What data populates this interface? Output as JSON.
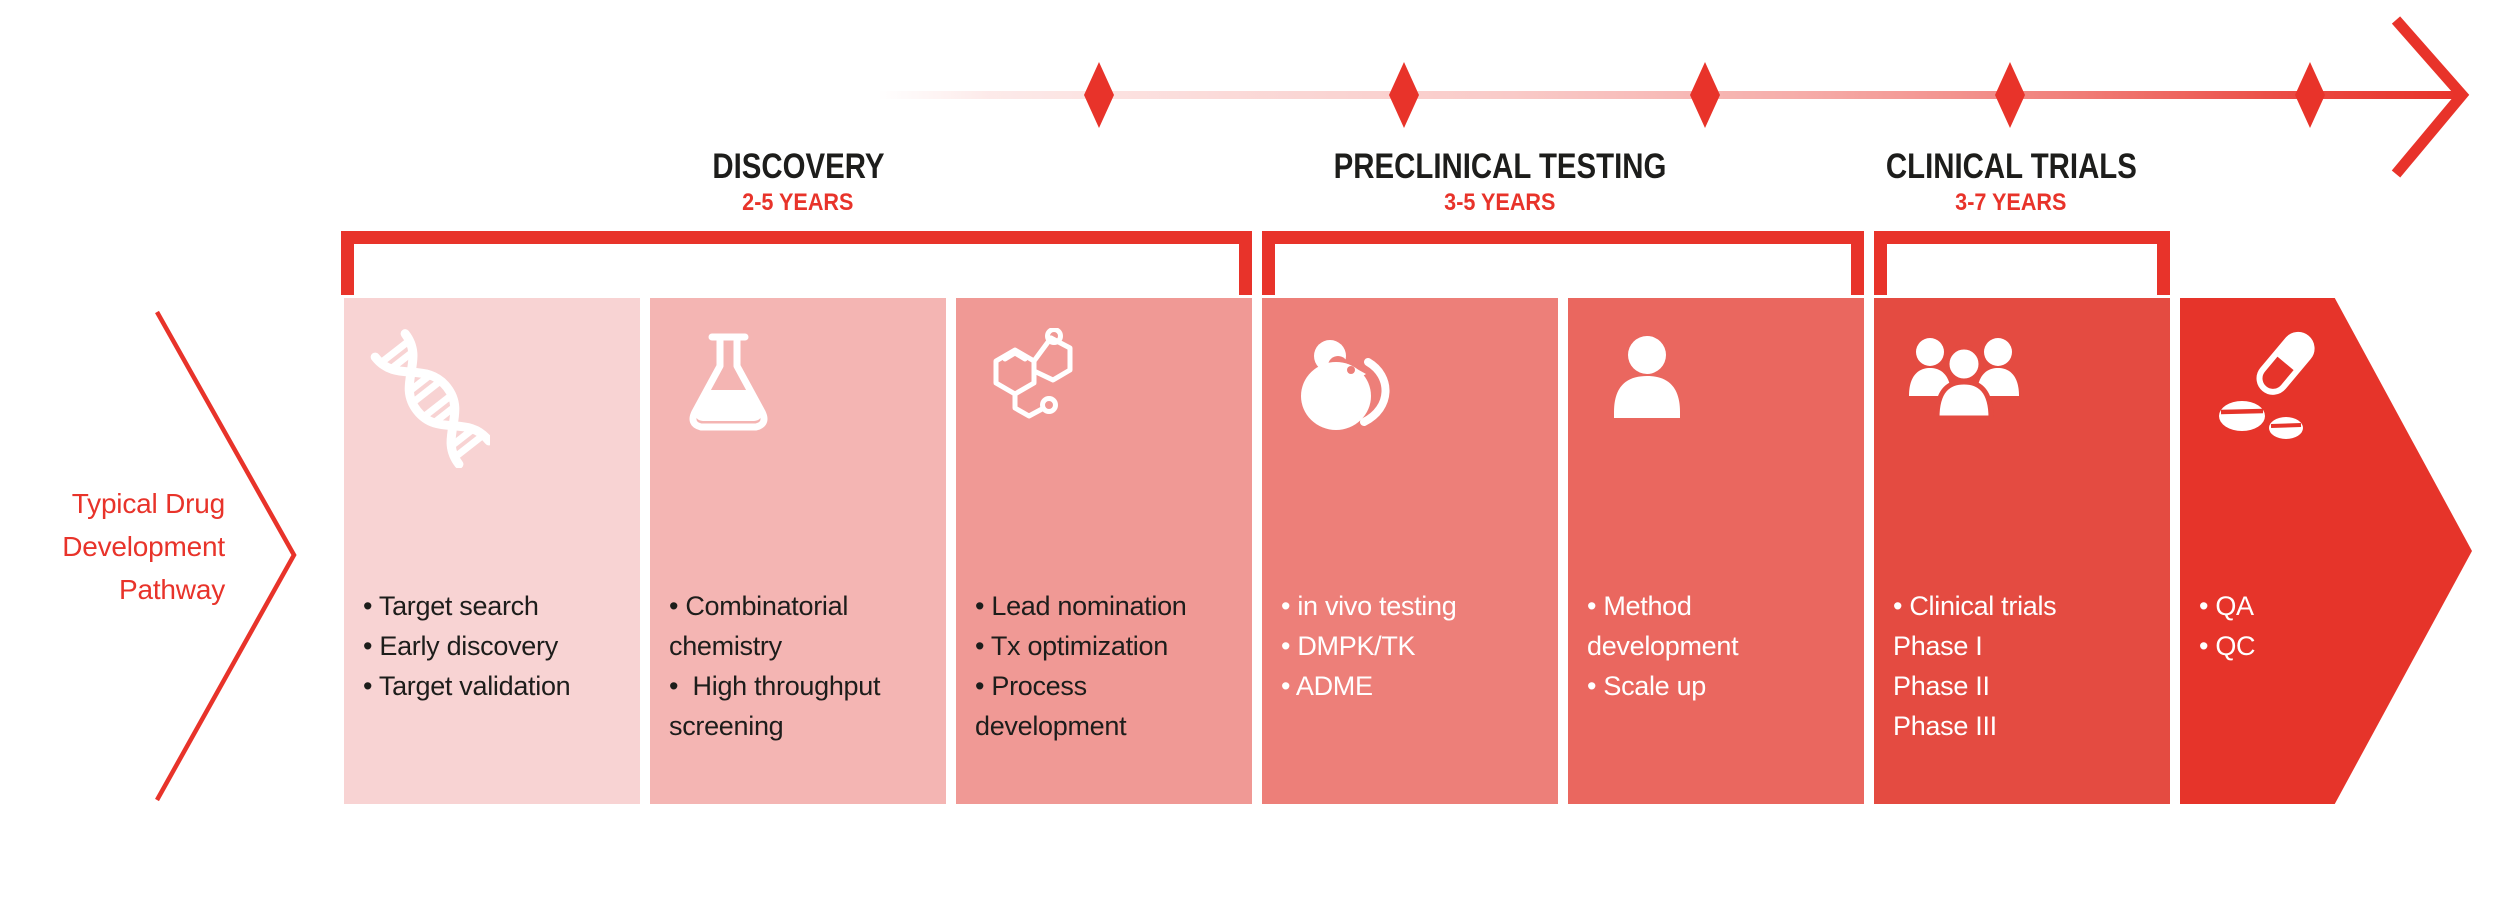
{
  "colors": {
    "accent": "#e8332a",
    "heading_text": "#1d1d1b",
    "icon_white": "#ffffff"
  },
  "side_label": {
    "lines": [
      "Typical Drug",
      "Development",
      "Pathway"
    ]
  },
  "timeline": {
    "milestone_count": 5,
    "description_icon": "arrow-right"
  },
  "stages": [
    {
      "label": "DISCOVERY",
      "years": "2-5 YEARS"
    },
    {
      "label": "PRECLINICAL TESTING",
      "years": "3-5 YEARS"
    },
    {
      "label": "CLINICAL TRIALS",
      "years": "3-7 YEARS"
    }
  ],
  "blocks": [
    {
      "icon": "dna-icon",
      "color": "#f8d3d3",
      "text_color": "#1d1d1b",
      "lines": [
        "• Target search",
        "• Early discovery",
        "• Target validation"
      ]
    },
    {
      "icon": "flask-icon",
      "color": "#f4b5b3",
      "text_color": "#1d1d1b",
      "lines": [
        "• Combinatorial",
        "chemistry",
        "•  High throughput",
        "screening"
      ]
    },
    {
      "icon": "molecule-icon",
      "color": "#f09995",
      "text_color": "#1d1d1b",
      "lines": [
        "• Lead nomination",
        "• Tx optimization",
        "• Process",
        "development"
      ]
    },
    {
      "icon": "mouse-icon",
      "color": "#ed7f79",
      "text_color": "#ffffff",
      "lines": [
        "• in vivo testing",
        "• DMPK/TK",
        "• ADME"
      ]
    },
    {
      "icon": "person-icon",
      "color": "#ea675f",
      "text_color": "#ffffff",
      "lines": [
        "• Method",
        "development",
        "• Scale up"
      ]
    },
    {
      "icon": "people-group-icon",
      "color": "#e44b41",
      "text_color": "#ffffff",
      "lines": [
        "• Clinical trials",
        "Phase I",
        "Phase II",
        "Phase III"
      ]
    },
    {
      "icon": "pills-icon",
      "color": "#e6342a",
      "text_color": "#ffffff",
      "lines": [
        "• QA",
        "• QC"
      ]
    }
  ]
}
